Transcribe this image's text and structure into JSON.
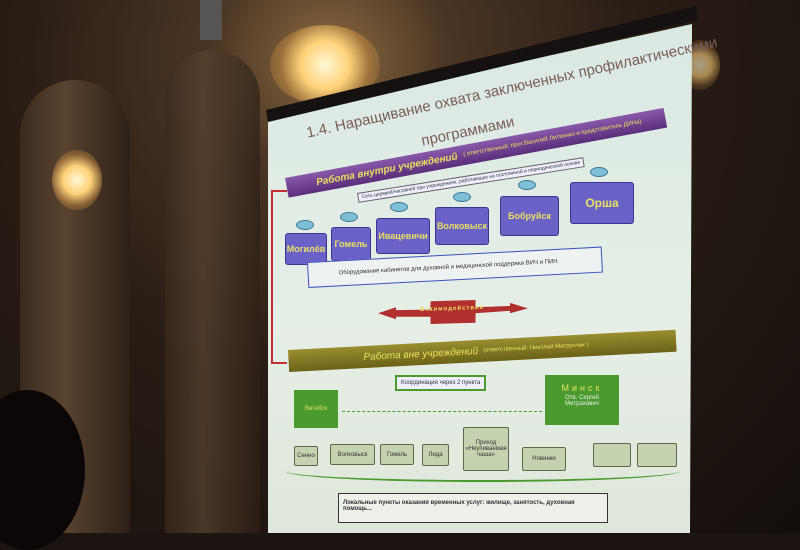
{
  "slide": {
    "title_line1": "1.4. Наращивание охвата заключенных профилактическими",
    "title_line2": "программами",
    "inside": {
      "heading": "Работа внутри учреждений",
      "responsible": "( ответственный: прот.Василий Литвинко и представитель ДИНа)",
      "network_note": "Сеть церквей/часовней при учреждениях, работающих на постоянной и периодической основе",
      "cities": [
        "Могилёв",
        "Гомель",
        "Ивацевичи",
        "Волковыск",
        "Бобруйск",
        "Орша"
      ],
      "equipment_note": "Оборудование кабинетов для духовной и медицинской поддержки ВИЧ и ПИН"
    },
    "interaction": "Взаимодействие",
    "outside": {
      "heading": "Работа вне учреждений",
      "responsible": "(ответственный: Николай Матрунчик )",
      "coordination": "Координация через 2 пункта",
      "left_hub": "Витебск",
      "right_hub_title": "Минск",
      "right_hub_person": "Отв. Сергей Митрахович",
      "points": [
        "Сенно",
        "Волковыск",
        "Гомель",
        "Лида",
        "Приход «Неупиваемая чаша»",
        "Новинки",
        "",
        ""
      ],
      "summary": "Локальные пункты оказания временных услуг: жилище, занятость, духовная помощь..."
    }
  },
  "colors": {
    "inside_bar": "#6a3e8a",
    "outside_bar": "#7a7020",
    "arrow": "#b03030",
    "hub": "#4a9a30"
  }
}
